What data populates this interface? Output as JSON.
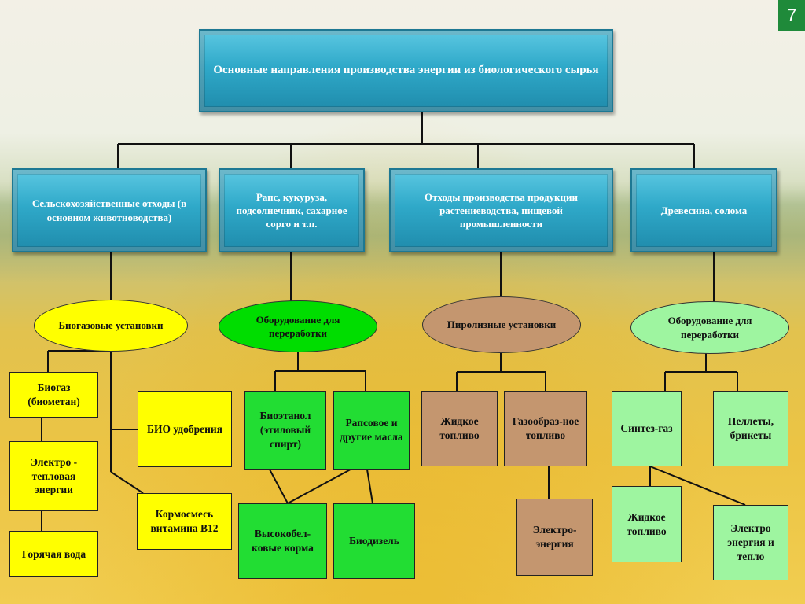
{
  "page_number": "7",
  "title": "Основные направления производства энергии из биологического сырья",
  "sources": [
    "Сельскохозяйственные отходы (в основном животноводства)",
    "Рапс, кукуруза, подсолнечник, сахарное сорго и т.п.",
    "Отходы производства продукции растениеводства, пищевой промышленности",
    "Древесина, солома"
  ],
  "processes": [
    "Биогазовые установки",
    "Оборудование для переработки",
    "Пиролизные установки",
    "Оборудование для переработки"
  ],
  "products": {
    "biogas": "Биогаз (биометан)",
    "electro_heat": "Электро - тепловая энергии",
    "hot_water": "Горячая вода",
    "bio_fertilizer": "БИО удобрения",
    "feed_mix": "Кормосмесь витамина В12",
    "bioethanol": "Биоэтанол (этиловый спирт)",
    "rapeseed_oil": "Рапсовое и другие масла",
    "protein_feed": "Высокобел-ковые корма",
    "biodiesel": "Биодизель",
    "liquid_fuel": "Жидкое топливо",
    "gas_fuel": "Газообраз-ное топливо",
    "electricity": "Электро-энергия",
    "syngas": "Синтез-газ",
    "pellets": "Пеллеты, брикеты",
    "liquid_fuel_2": "Жидкое топливо",
    "electro_energy_heat": "Электро энергия и тепло"
  },
  "colors": {
    "teal": "#2fa9c9",
    "yellow": "#ffff00",
    "green": "#22dd33",
    "brown": "#c4966f",
    "light_green": "#9ef5a0",
    "page_badge": "#1f8a3a"
  }
}
